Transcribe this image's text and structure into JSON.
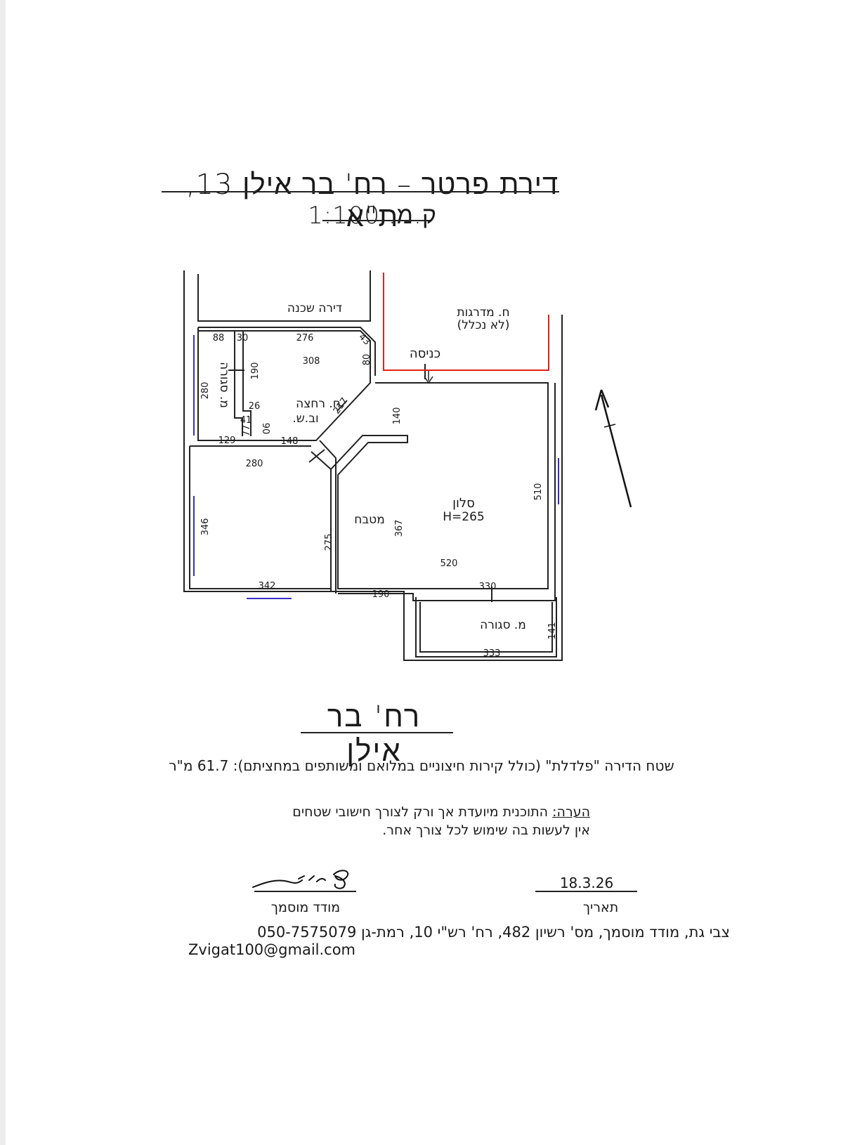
{
  "title": {
    "line1": "דירת פרטר – רח' בר אילן 13, ת\"א",
    "line2": "ק.מ. 1:100"
  },
  "plan": {
    "rooms": {
      "neighbor_apartment": "דירה שכנה",
      "stairwell": "ח. מדרגות",
      "stairwell_note": "(לא נכלל)",
      "entrance": "כניסה",
      "enclosed_balcony_side": "מ. סגורה",
      "bathroom_line1": "ח. רחצה",
      "bathroom_line2": "וב.ש.",
      "kitchen": "מטבח",
      "living_room": "סלון",
      "living_room_height": "H=265",
      "enclosed_balcony_bottom": "מ. סגורה"
    },
    "dimensions": {
      "d88": "88",
      "d30": "30",
      "d276": "276",
      "d308": "308",
      "d43": "43",
      "d80": "80",
      "d280_left": "280",
      "d190": "190",
      "d26": "26",
      "d41": "41",
      "d77": "77",
      "d90": "90",
      "d217": "217",
      "d140": "140",
      "d129": "129",
      "d148": "148",
      "d280_mid": "280",
      "d346": "346",
      "d275": "275",
      "d367": "367",
      "d510": "510",
      "d520": "520",
      "d342": "342",
      "d190_bottom": "190",
      "d330": "330",
      "d141": "141",
      "d333": "333"
    },
    "colors": {
      "walls": "#222222",
      "stairwell_outline": "#e02020",
      "windows": "#3a2fc4"
    },
    "north_arrow": "north-arrow-icon"
  },
  "street": "רח' בר אילן",
  "area_statement": "שטח הדירה \"פלדלת\" (כולל קירות חיצוניים במלואם ומשותפים במחציתם): 61.7 מ\"ר",
  "note": {
    "label": "הערה:",
    "text1": " התוכנית מיועדת אך ורק לצורך חישובי שטחים",
    "text2": "אין לעשות בה שימוש לכל צורך אחר."
  },
  "signature": {
    "label": "מודד מוסמך"
  },
  "date": {
    "value": "18.3.26",
    "label": "תאריך"
  },
  "footer": {
    "line1": "צבי גת, מודד מוסמך, מס' רשיון 482, רח' רש\"י 10, רמת-גן 050-7575079",
    "email": "Zvigat100@gmail.com"
  }
}
